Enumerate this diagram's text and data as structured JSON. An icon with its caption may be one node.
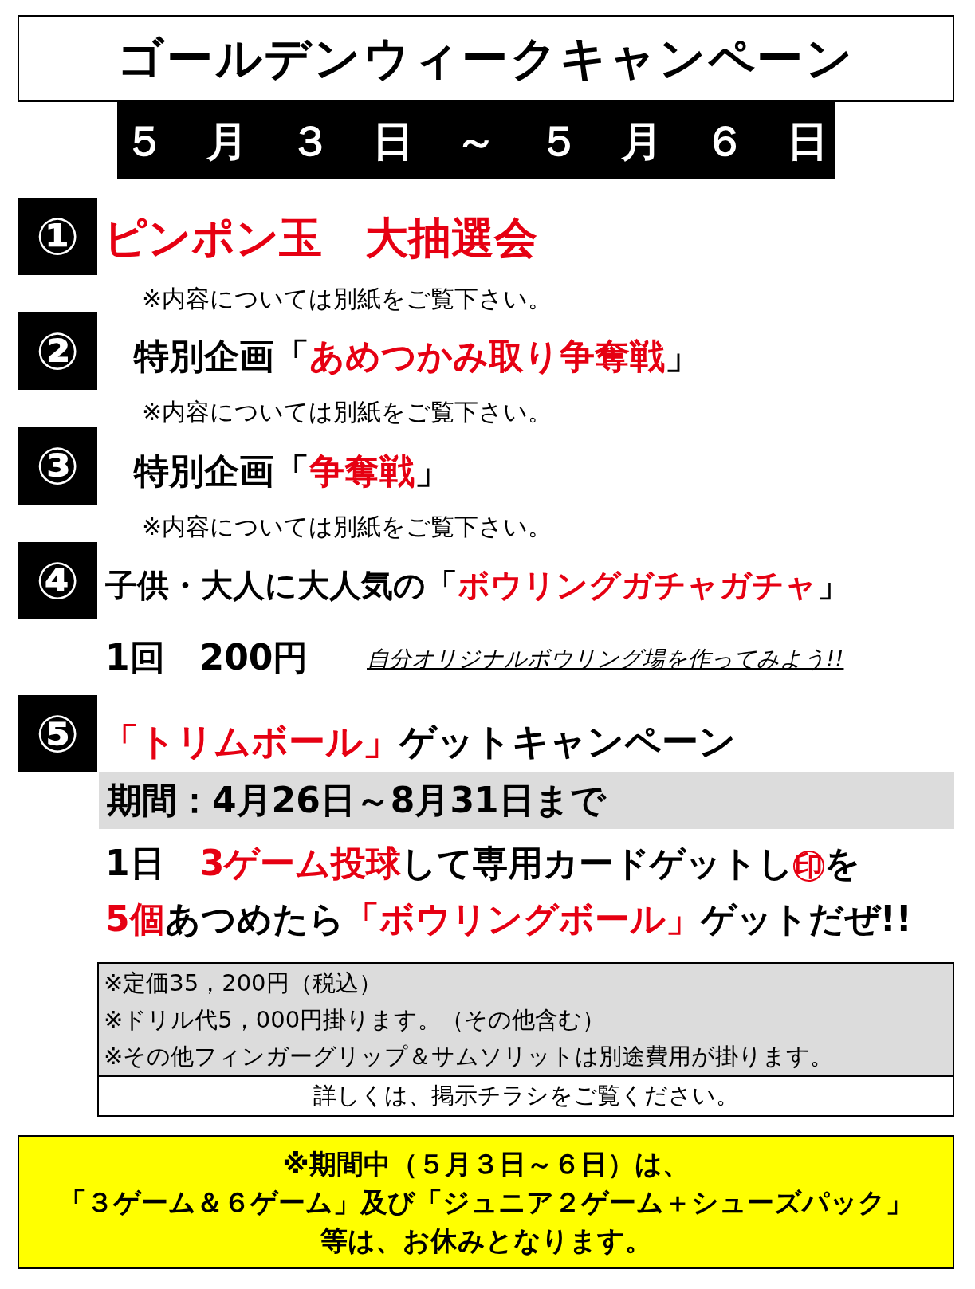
{
  "diagram": {
    "title": "ゴールデンウィークキャンペーン",
    "nodes": [
      {
        "text": [
          "５　月　３　日　～　５　月　６　日"
        ]
      },
      {
        "text": [
          "①"
        ]
      },
      {
        "text": [
          "②"
        ]
      },
      {
        "text": [
          "③"
        ]
      },
      {
        "text": [
          "④"
        ]
      },
      {
        "text": [
          "⑤"
        ]
      },
      {
        "text": [
          "期間：4月26日～8月31日まで"
        ]
      },
      {
        "text": [
          "※定価35，200円（税込）",
          "※ドリル代5，000円掛ります。（その他含む）",
          "※その他フィンガーグリップ＆サムソリットは別途費用が掛ります。"
        ]
      },
      {
        "text": [
          "詳しくは、掲示チラシをご覧ください。"
        ]
      },
      {
        "text": [
          "※期間中（５月３日～６日）は、",
          "「３ゲーム＆６ゲーム」及び「ジュニア２ゲーム＋シューズパック」",
          "等は、お休みとなります。"
        ]
      }
    ],
    "labels": [
      "ピンポン玉　大抽選会",
      "※内容については別紙をご覧下さい。",
      "特別企画「",
      "あめつかみ取り争奪戦",
      "」",
      "※内容については別紙をご覧下さい。",
      "特別企画「",
      "争奪戦",
      "」",
      "※内容については別紙をご覧下さい。",
      "子供・大人に大人気の「",
      "ボウリングガチャガチャ",
      "」",
      "1回　200円",
      "自分オリジナルボウリング場を作ってみよう!!",
      "「トリムボール」",
      "ゲットキャンペーン",
      "1日　",
      "3ゲーム投球",
      "して専用カードゲットし",
      "印",
      "を",
      "5個",
      "あつめたら",
      "「ボウリングボール」",
      "ゲットだぜ!!"
    ]
  }
}
